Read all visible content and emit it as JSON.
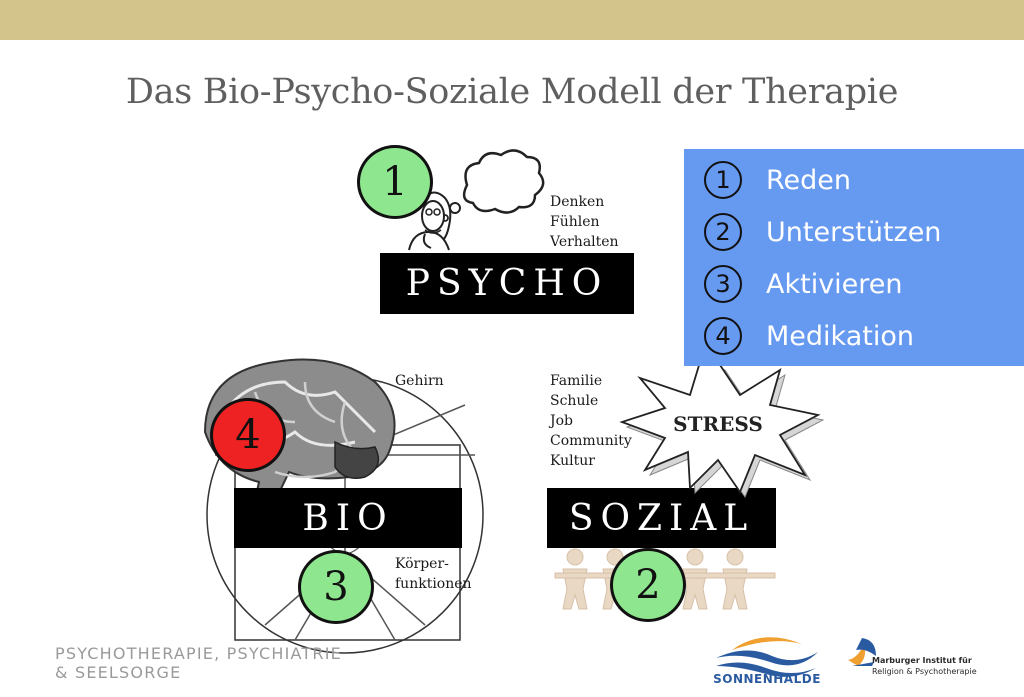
{
  "title": "Das Bio-Psycho-Soziale Modell der Therapie",
  "psycho": {
    "label": "PSYCHO",
    "number": "1",
    "items": [
      "Denken",
      "Fühlen",
      "Verhalten"
    ]
  },
  "bio": {
    "label": "BIO",
    "brain_number": "4",
    "body_number": "3",
    "brain_label": "Gehirn",
    "body_label_1": "Körper-",
    "body_label_2": "funktionen"
  },
  "sozial": {
    "label": "SOZIAL",
    "number": "2",
    "items": [
      "Familie",
      "Schule",
      "Job",
      "Community",
      "Kultur"
    ]
  },
  "stress": {
    "label": "STRESS"
  },
  "panel": {
    "items": [
      {
        "num": "1",
        "label": "Reden"
      },
      {
        "num": "2",
        "label": "Unterstützen"
      },
      {
        "num": "3",
        "label": "Aktivieren"
      },
      {
        "num": "4",
        "label": "Medikation"
      }
    ]
  },
  "footer": {
    "line1": "PSYCHOTHERAPIE, PSYCHIATRIE",
    "line2": "& SEELSORGE",
    "logo1_text": "SONNENHALDE",
    "logo2_line1": "Marburger Institut für",
    "logo2_line2": "Religion & Psychotherapie"
  },
  "colors": {
    "topbar": "#d2c48a",
    "green": "#8ee68e",
    "red": "#ee2222",
    "panel": "#6699f0"
  }
}
